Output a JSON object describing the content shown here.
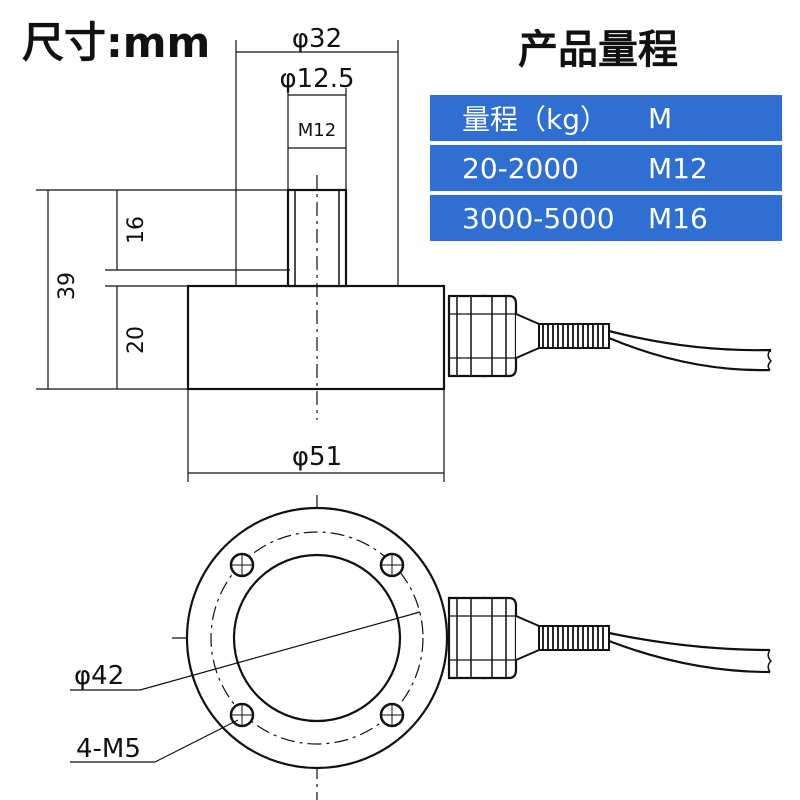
{
  "unit_label": "尺寸:mm",
  "range_table": {
    "title": "产品量程",
    "header": [
      "量程（kg）",
      "M"
    ],
    "rows": [
      [
        "20-2000",
        "M12"
      ],
      [
        "3000-5000",
        "M16"
      ]
    ],
    "accent_color": "#2f6fd1"
  },
  "dimensions": {
    "top_diameter": "φ32",
    "stud_diameter": "φ12.5",
    "stud_thread": "M12",
    "stud_height": "16",
    "total_height": "39",
    "body_height": "20",
    "body_diameter": "φ51",
    "bolt_circle": "φ42",
    "mount_holes": "4-M5"
  }
}
